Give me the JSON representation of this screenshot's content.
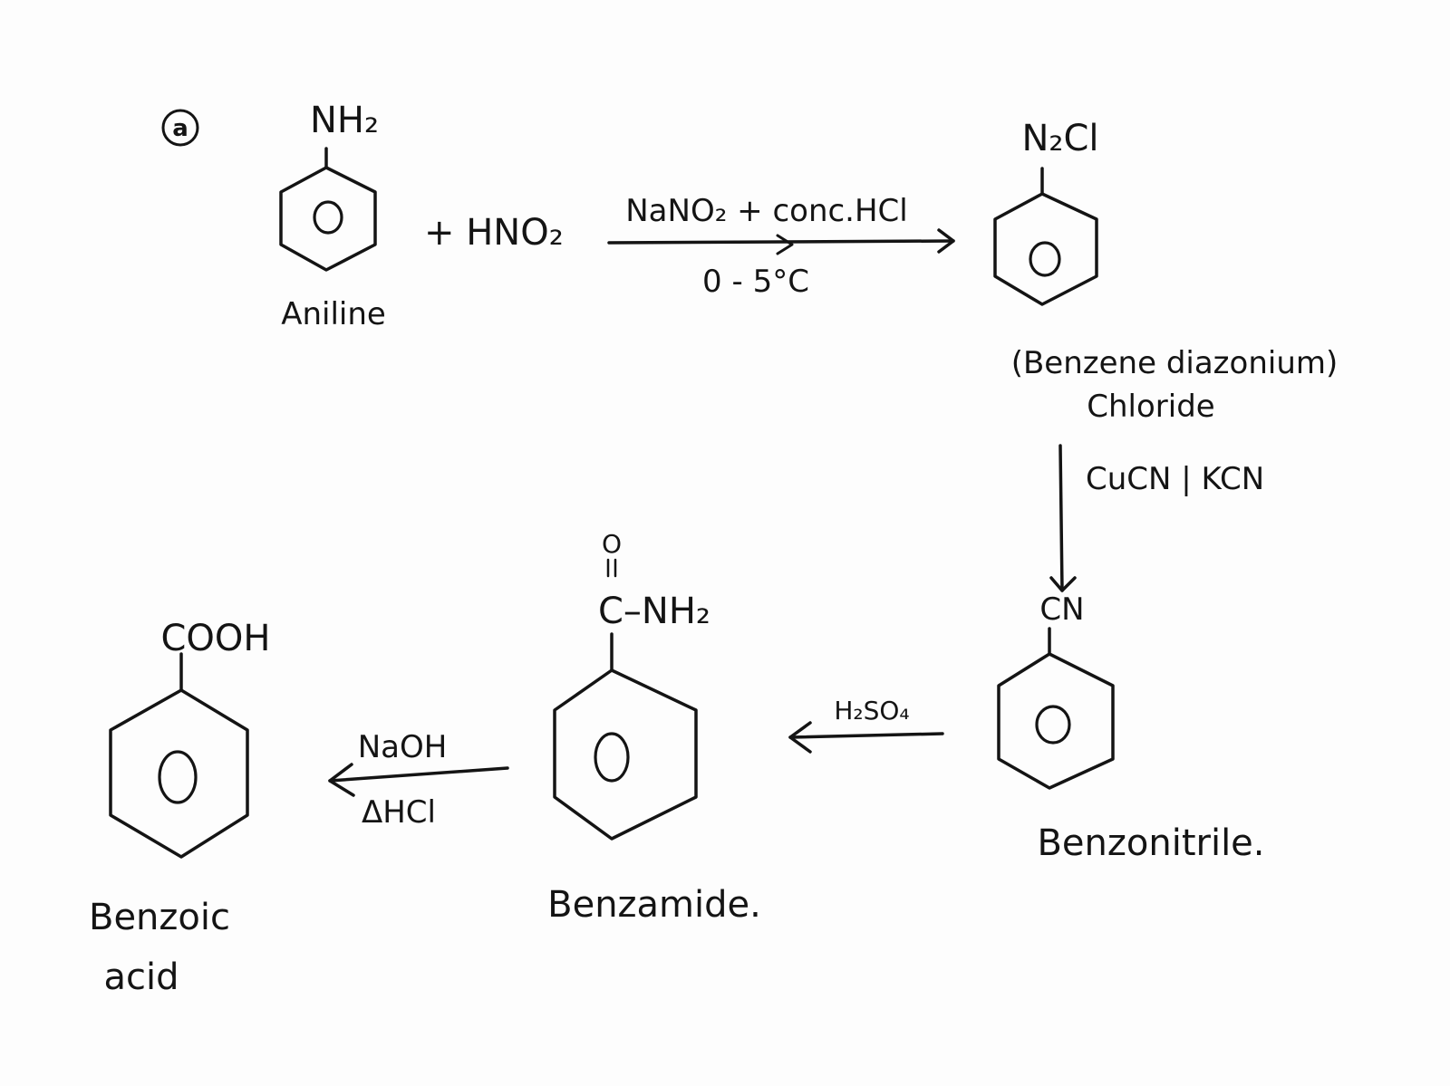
{
  "question_mark": "a",
  "molecules": [
    {
      "id": "aniline",
      "substituent": "NH₂",
      "name": "Aniline"
    },
    {
      "id": "diazonium",
      "substituent": "N₂Cl",
      "name": "(Benzene diazonium)",
      "name_line2": "Chloride"
    },
    {
      "id": "benzonitrile",
      "substituent": "CN",
      "name": "Benzonitrile."
    },
    {
      "id": "benzamide",
      "substituent_carbonyl": "O",
      "substituent": "C–NH₂",
      "name": "Benzamide."
    },
    {
      "id": "benzoic_acid",
      "substituent": "COOH",
      "name": "Benzoic",
      "name_line2": "acid"
    }
  ],
  "reagents": {
    "plus_reactant": "+ HNO₂",
    "step1_above": "NaNO₂ + conc.HCl",
    "step1_below": "0 - 5°C",
    "step2_side": "CuCN | KCN",
    "step3_above": "H₂SO₄",
    "step4_above": "NaOH",
    "step4_below": "ΔHCl"
  }
}
